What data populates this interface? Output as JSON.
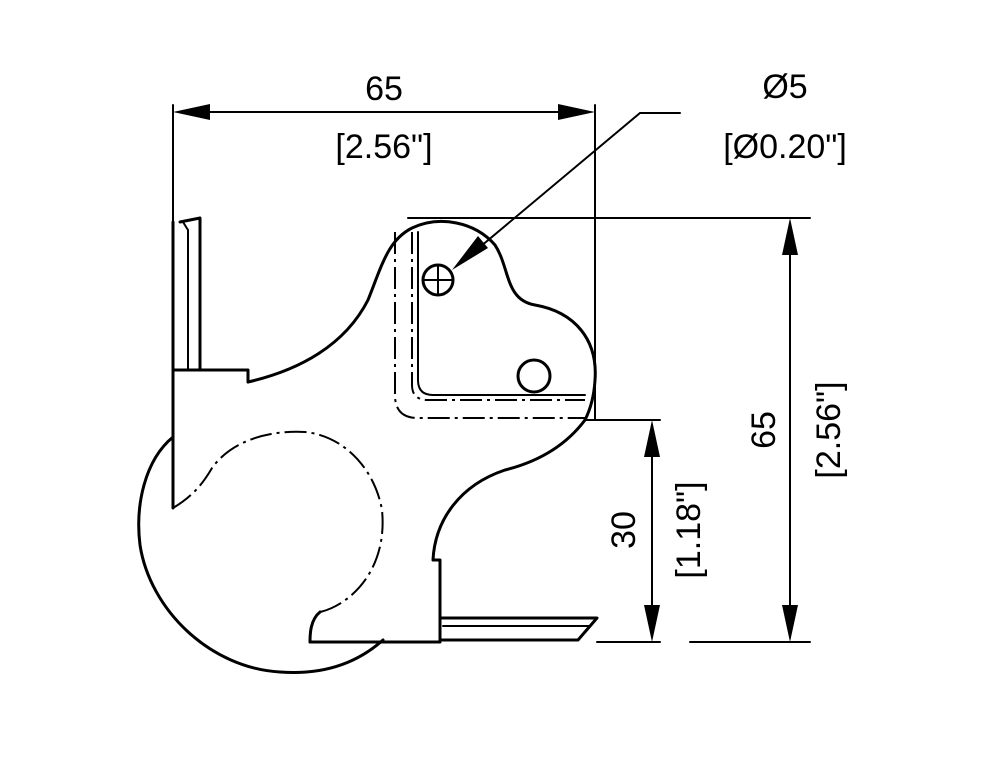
{
  "dimensions": {
    "top_width": {
      "metric": "65",
      "imperial": "[2.56\"]"
    },
    "hole": {
      "metric": "Ø5",
      "imperial": "[Ø0.20\"]"
    },
    "right_height": {
      "metric": "65",
      "imperial": "[2.56\"]"
    },
    "flange_height": {
      "metric": "30",
      "imperial": "[1.18\"]"
    }
  },
  "colors": {
    "line": "#000000",
    "background": "#ffffff"
  }
}
